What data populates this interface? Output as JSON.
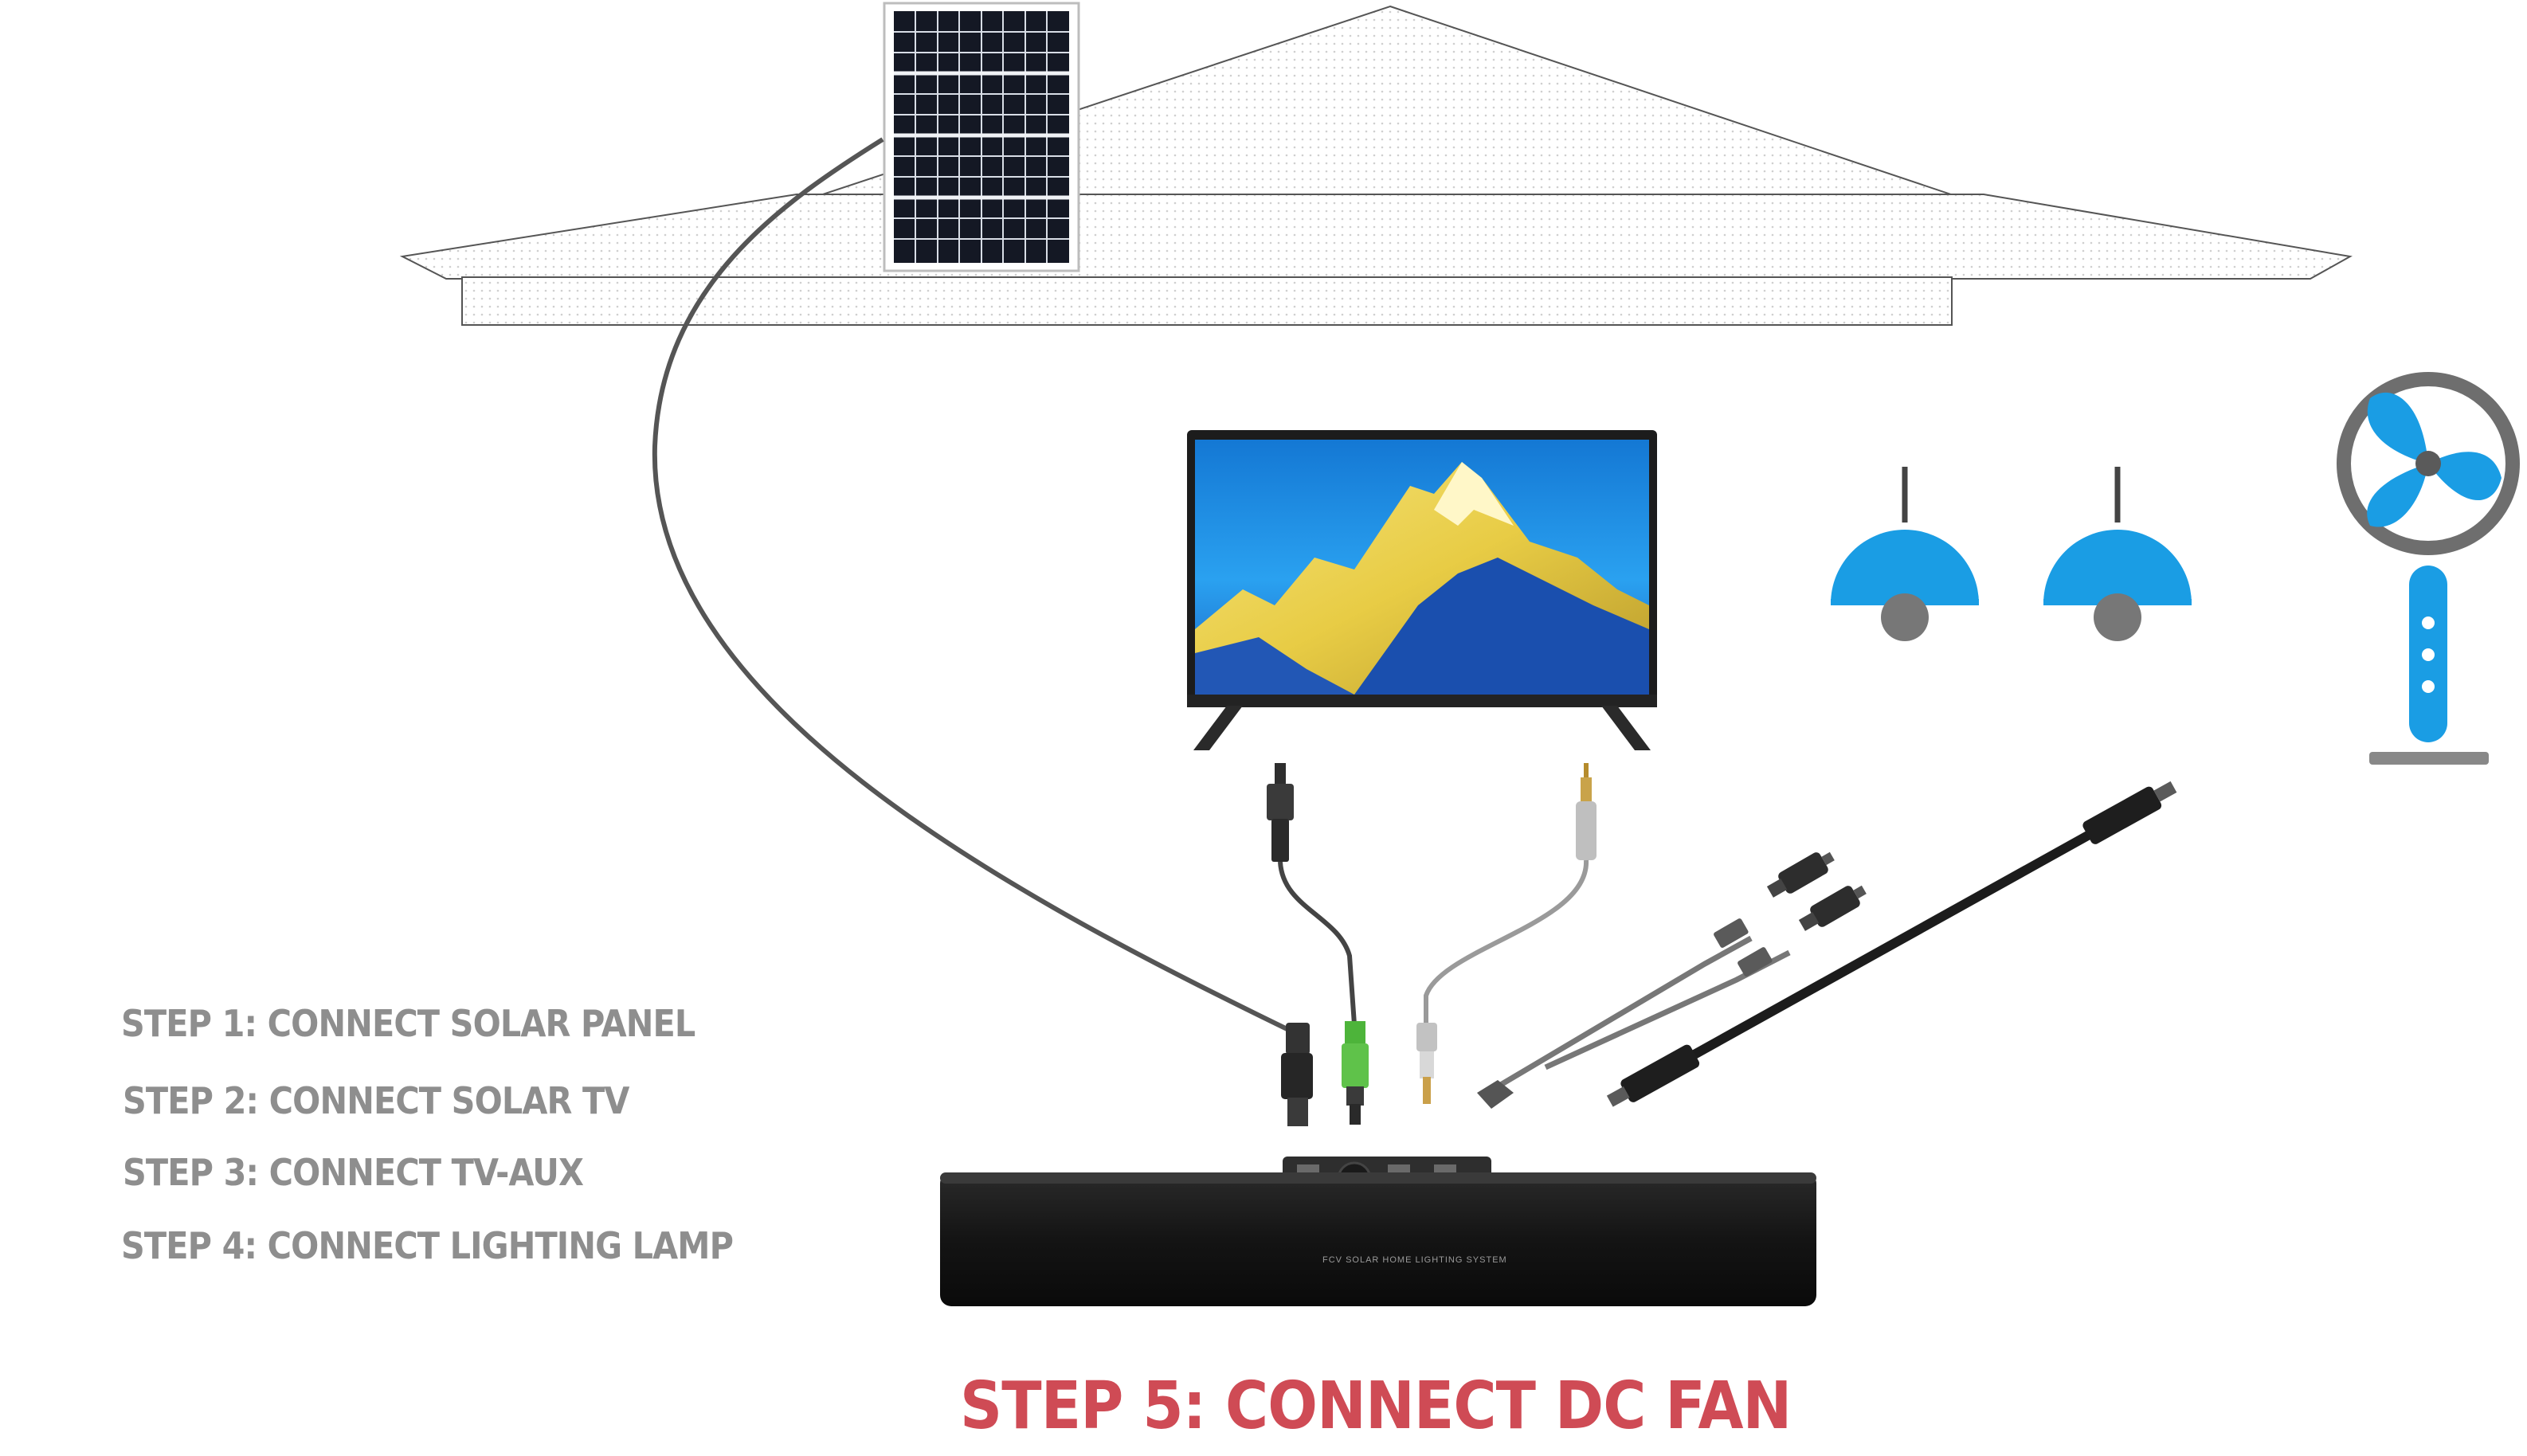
{
  "steps": [
    {
      "label": "STEP 1: CONNECT SOLAR PANEL"
    },
    {
      "label": "STEP 2: CONNECT SOLAR TV"
    },
    {
      "label": "STEP 3: CONNECT TV-AUX"
    },
    {
      "label": "STEP 4: CONNECT LIGHTING LAMP"
    },
    {
      "label": "STEP 5: CONNECT DC FAN"
    }
  ],
  "speaker": {
    "brand": "FCV",
    "subtitle": "SOLAR HOME LIGHTING SYSTEM"
  },
  "colors": {
    "step_text": "#8e8e8e",
    "active_step": "#cf4b55",
    "appliance_blue": "#1a9de4",
    "cable_dark": "#3a3a3a",
    "cable_gray": "#9a9a9a",
    "plug_green": "#5fc24a"
  },
  "icons": [
    "house-icon",
    "solar-panel-icon",
    "tv-icon",
    "lamp-icon",
    "lamp-icon",
    "fan-icon",
    "speaker-bar-icon",
    "dc-plug-icon",
    "aux-plug-icon",
    "y-splitter-cable-icon",
    "usb-cable-icon"
  ]
}
